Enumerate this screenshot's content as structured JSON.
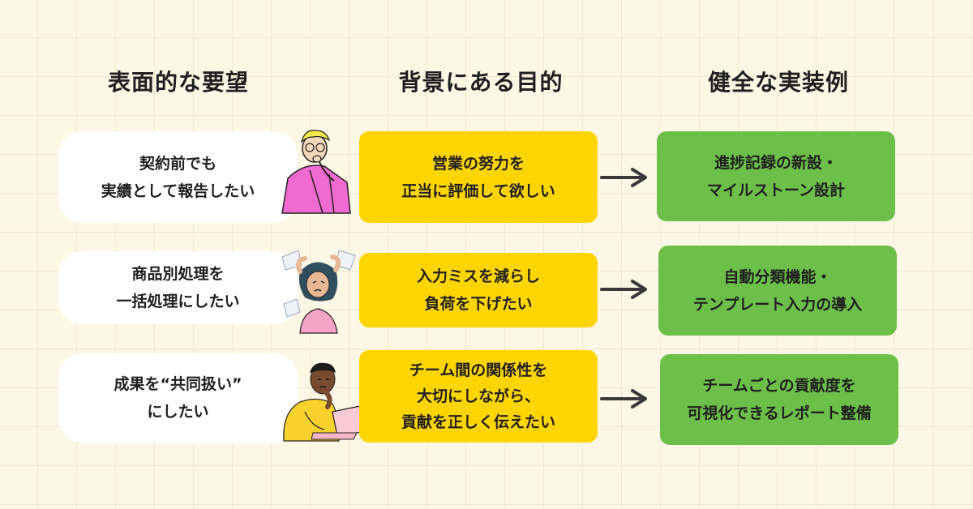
{
  "headers": {
    "col1": "表面的な要望",
    "col2": "背景にある目的",
    "col3": "健全な実装例"
  },
  "rows": [
    {
      "surface": "契約前でも\n実績として報告したい",
      "purpose": "営業の努力を\n正当に評価して欲しい",
      "implementation": "進捗記録の新設・\nマイルストーン設計",
      "illustration": "person-hand-on-chin-illustration"
    },
    {
      "surface": "商品別処理を\n一括処理にしたい",
      "purpose": "入力ミスを減らし\n負荷を下げたい",
      "implementation": "自動分類機能・\nテンプレート入力の導入",
      "illustration": "stressed-person-papers-illustration"
    },
    {
      "surface": "成果を“共同扱い”\nにしたい",
      "purpose": "チーム間の関係性を\n大切にしながら、\n貢献を正しく伝えたい",
      "implementation": "チームごとの貢献度を\n可視化できるレポート整備",
      "illustration": "person-with-laptop-illustration"
    }
  ],
  "colors": {
    "background": "#fdf8e6",
    "white_box": "#ffffff",
    "yellow_box": "#ffd500",
    "green_box": "#6cc04a",
    "arrow": "#3a3a3a"
  }
}
